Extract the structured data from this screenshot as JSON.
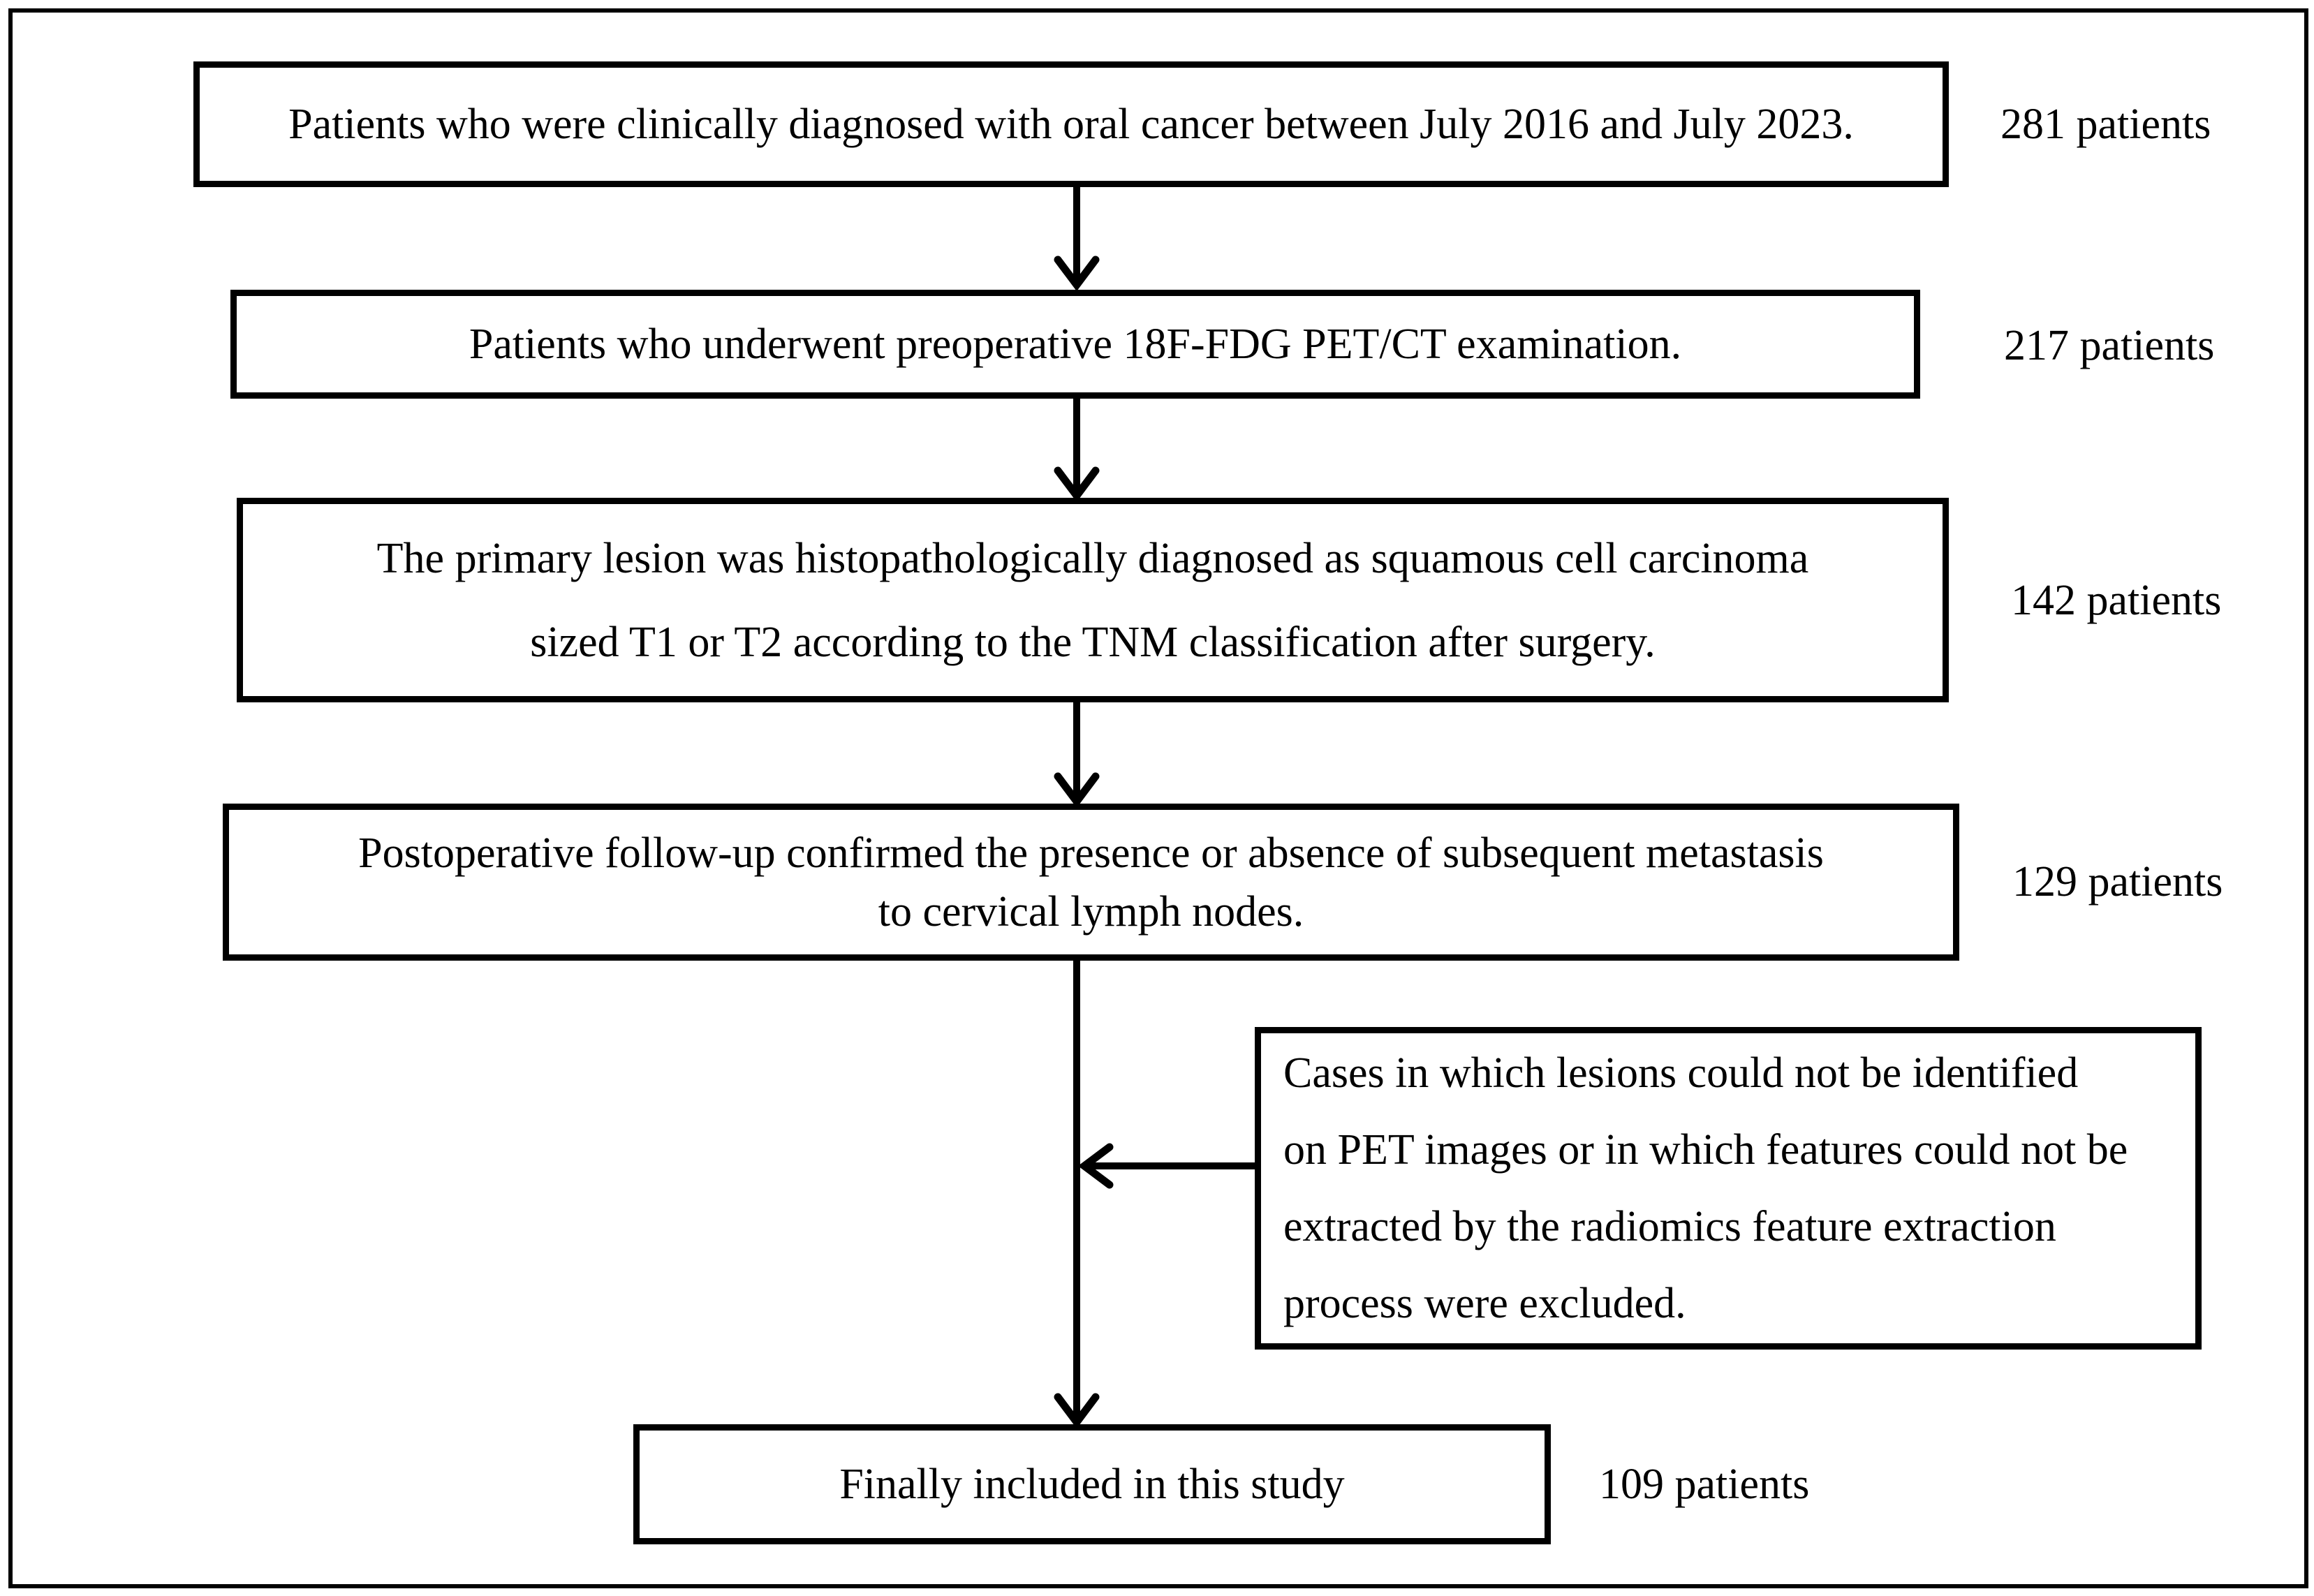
{
  "figure": {
    "type": "flowchart",
    "colors": {
      "background": "#ffffff",
      "line": "#000000",
      "text": "#000000"
    }
  },
  "steps": {
    "step1": {
      "text": "Patients who were clinically diagnosed with oral cancer between July 2016 and July 2023.",
      "count": "281 patients"
    },
    "step2": {
      "text": "Patients who underwent preoperative 18F-FDG PET/CT examination.",
      "count": "217 patients"
    },
    "step3": {
      "line1": "The primary lesion was histopathologically diagnosed as squamous cell carcinoma",
      "line2": "sized T1 or T2 according to the TNM classification after surgery.",
      "count": "142 patients"
    },
    "step4": {
      "line1": "Postoperative follow-up confirmed the presence or absence of subsequent metastasis",
      "line2": "to cervical lymph nodes.",
      "count": "129 patients"
    },
    "exclusion": {
      "line1": "Cases in which lesions could not be identified",
      "line2": "on PET images or in which features could not be",
      "line3": "extracted by the radiomics feature extraction",
      "line4": "process were excluded."
    },
    "final": {
      "text": "Finally included in this study",
      "count": "109 patients"
    }
  }
}
